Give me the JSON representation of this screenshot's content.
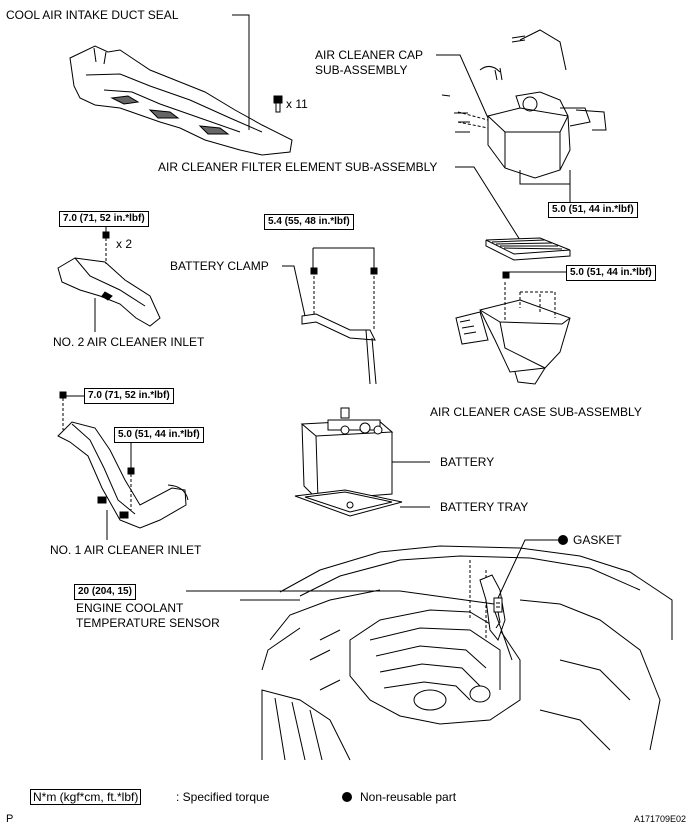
{
  "labels": {
    "duct_seal": "COOL AIR INTAKE DUCT SEAL",
    "cap_line1": "AIR CLEANER CAP",
    "cap_line2": "SUB-ASSEMBLY",
    "filter": "AIR CLEANER FILTER ELEMENT SUB-ASSEMBLY",
    "battery_clamp": "BATTERY CLAMP",
    "no2_inlet": "NO. 2 AIR CLEANER INLET",
    "case": "AIR CLEANER CASE SUB-ASSEMBLY",
    "battery": "BATTERY",
    "battery_tray": "BATTERY TRAY",
    "no1_inlet": "NO. 1 AIR CLEANER INLET",
    "gasket": "GASKET",
    "ects_line1": "ENGINE COOLANT",
    "ects_line2": "TEMPERATURE SENSOR"
  },
  "quantities": {
    "duct_bolts": "x 11",
    "no2_bolts": "x 2"
  },
  "torques": {
    "no2_inlet": "7.0 (71, 52 in.*lbf)",
    "clamp": "5.4 (55, 48 in.*lbf)",
    "cap": "5.0 (51, 44 in.*lbf)",
    "case": "5.0 (51, 44 in.*lbf)",
    "no1_upper": "7.0 (71, 52 in.*lbf)",
    "no1_lower": "5.0 (51, 44 in.*lbf)",
    "ects": "20 (204, 15)"
  },
  "legend": {
    "torque_unit": "N*m (kgf*cm, ft.*lbf)",
    "torque_desc": ": Specified torque",
    "nonreusable": "Non-reusable part"
  },
  "footer": {
    "left_mark": "P",
    "figure_id": "A171709E02"
  }
}
